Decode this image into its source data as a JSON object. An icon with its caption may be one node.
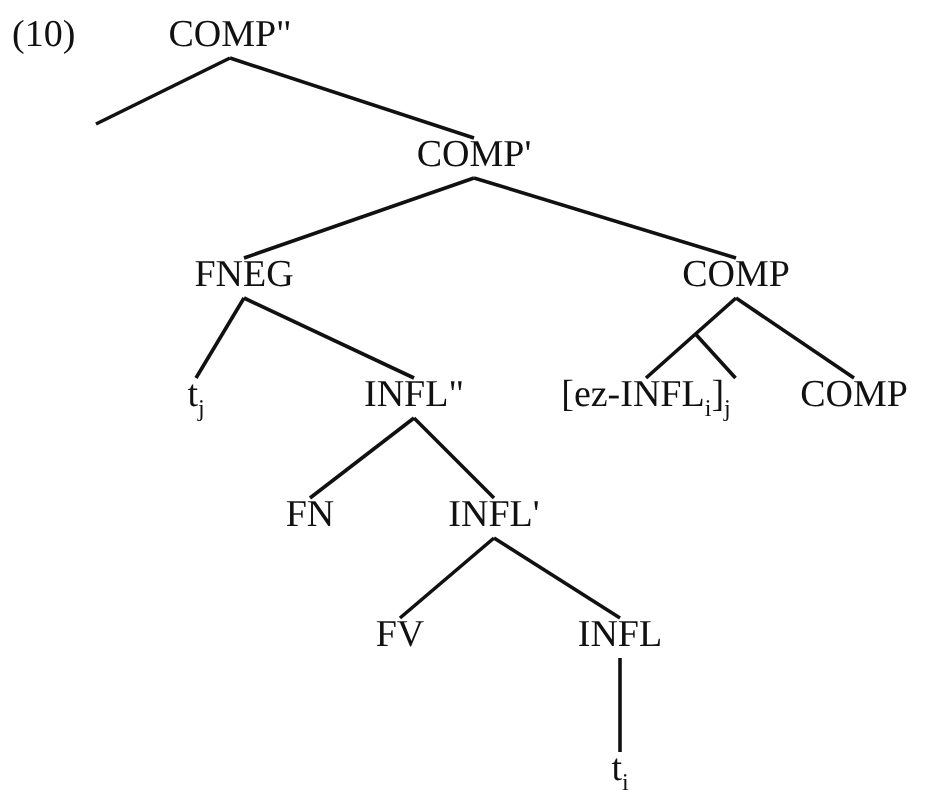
{
  "diagram": {
    "nodes": [
      {
        "text": [
          "COMP\""
        ]
      },
      {
        "text": [
          "COMP'"
        ]
      },
      {
        "text": [
          "FNEG"
        ]
      },
      {
        "text": [
          "COMP"
        ]
      },
      {
        "text": [
          "t$_{j}$"
        ]
      },
      {
        "text": [
          "INFL\""
        ]
      },
      {
        "text": [
          "[ez-INFL$_{i}$]$_{j}$"
        ]
      },
      {
        "text": [
          "COMP"
        ]
      },
      {
        "text": [
          "FN"
        ]
      },
      {
        "text": [
          "INFL'"
        ]
      },
      {
        "text": [
          "FV"
        ]
      },
      {
        "text": [
          "INFL"
        ]
      },
      {
        "text": [
          "t$_{i}$"
        ]
      }
    ],
    "edges": [
      {
        "from": 0,
        "to": null,
        "arrow": "none"
      },
      {
        "from": 0,
        "to": 1,
        "arrow": "none"
      },
      {
        "from": 1,
        "to": 2,
        "arrow": "none"
      },
      {
        "from": 1,
        "to": 3,
        "arrow": "none"
      },
      {
        "from": 2,
        "to": 4,
        "arrow": "none"
      },
      {
        "from": 2,
        "to": 5,
        "arrow": "none"
      },
      {
        "from": 3,
        "to": 6,
        "arrow": "none"
      },
      {
        "from": 3,
        "to": 7,
        "arrow": "none"
      },
      {
        "from": 5,
        "to": 8,
        "arrow": "none"
      },
      {
        "from": 5,
        "to": 9,
        "arrow": "none"
      },
      {
        "from": 9,
        "to": 10,
        "arrow": "none"
      },
      {
        "from": 9,
        "to": 11,
        "arrow": "none"
      },
      {
        "from": 11,
        "to": 12,
        "arrow": "none"
      }
    ],
    "labels": [
      "(10)"
    ]
  }
}
